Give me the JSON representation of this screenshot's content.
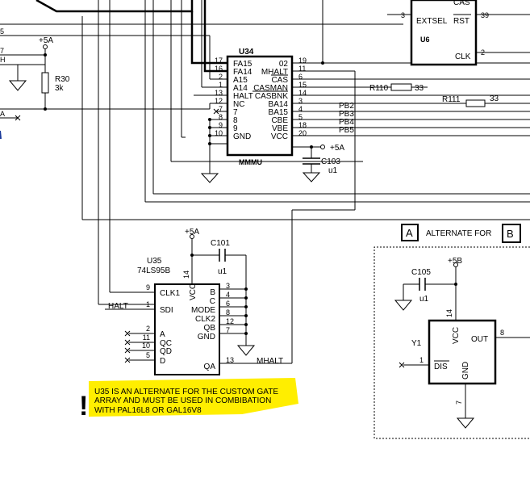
{
  "u34": {
    "ref": "U34",
    "name": "MMMU",
    "left_pins": [
      {
        "num": "17",
        "label": "FA15"
      },
      {
        "num": "16",
        "label": "FA14"
      },
      {
        "num": "2",
        "label": "A15"
      },
      {
        "num": "1",
        "label": "A14"
      },
      {
        "num": "13",
        "label": "HALT"
      },
      {
        "num": "12",
        "label": "NC"
      },
      {
        "num": "7",
        "label": "7"
      },
      {
        "num": "8",
        "label": "8"
      },
      {
        "num": "9",
        "label": "9"
      },
      {
        "num": "10",
        "label": "GND"
      }
    ],
    "right_pins": [
      {
        "num": "19",
        "label": "02"
      },
      {
        "num": "11",
        "label": "MHALT"
      },
      {
        "num": "6",
        "label": "CAS"
      },
      {
        "num": "15",
        "label": "CASMAN"
      },
      {
        "num": "14",
        "label": "CASBNK"
      },
      {
        "num": "3",
        "label": "BA14"
      },
      {
        "num": "4",
        "label": "BA15"
      },
      {
        "num": "5",
        "label": "CBE"
      },
      {
        "num": "18",
        "label": "VBE"
      },
      {
        "num": "20",
        "label": "VCC"
      }
    ],
    "pb_labels": [
      "PB2",
      "PB3",
      "PB4",
      "PB5"
    ]
  },
  "u6": {
    "ref": "U6",
    "pins": [
      {
        "num": "3",
        "label": "EXTSEL"
      },
      {
        "num": "39",
        "label": "RST"
      },
      {
        "num": "2",
        "label": "CLK"
      },
      {
        "num": "",
        "label": "CAS"
      }
    ]
  },
  "u35": {
    "ref": "U35",
    "part": "74LS95B",
    "left_pins": [
      {
        "num": "9",
        "label": "CLK1"
      },
      {
        "num": "1",
        "label": "SDI"
      },
      {
        "num": "2",
        "label": "A"
      },
      {
        "num": "11",
        "label": "QC"
      },
      {
        "num": "10",
        "label": "QD"
      },
      {
        "num": "5",
        "label": "D"
      }
    ],
    "right_pins": [
      {
        "num": "3",
        "label": "B"
      },
      {
        "num": "4",
        "label": "C"
      },
      {
        "num": "6",
        "label": "MODE"
      },
      {
        "num": "8",
        "label": "CLK2"
      },
      {
        "num": "12",
        "label": "QB"
      },
      {
        "num": "7",
        "label": "GND"
      },
      {
        "num": "13",
        "label": "QA"
      }
    ],
    "vcc_label": "VCC",
    "vcc_pin": "14"
  },
  "y1": {
    "ref": "Y1",
    "pins": [
      {
        "num": "14",
        "label": "VCC"
      },
      {
        "num": "8",
        "label": "OUT"
      },
      {
        "num": "1",
        "label": "DIS"
      },
      {
        "num": "7",
        "label": "GND"
      }
    ]
  },
  "components": {
    "r30": {
      "ref": "R30",
      "value": "3k"
    },
    "r110": {
      "ref": "R110",
      "value": "33"
    },
    "r111": {
      "ref": "R111",
      "value": "33"
    },
    "c101": {
      "ref": "C101",
      "value": "u1"
    },
    "c103": {
      "ref": "C103",
      "value": "u1"
    },
    "c105": {
      "ref": "C105",
      "value": "u1"
    }
  },
  "power": {
    "p5a": "+5A",
    "p5b": "+5B"
  },
  "nets": {
    "halt": "HALT",
    "mhalt": "MHALT"
  },
  "left_edge": {
    "n7": "7",
    "nh": "H",
    "n5": "5",
    "nA": "A"
  },
  "alternate": {
    "box_a": "A",
    "text": "ALTERNATE FOR",
    "box_b": "B"
  },
  "note": {
    "mark": "!",
    "lines": [
      "U35 IS AN ALTERNATE FOR THE CUSTOM GATE",
      "ARRAY AND MUST BE USED IN COMBIBATION",
      "WITH  PAL16L8 OR GAL16V8"
    ],
    "highlight_color": "#ffee00"
  }
}
